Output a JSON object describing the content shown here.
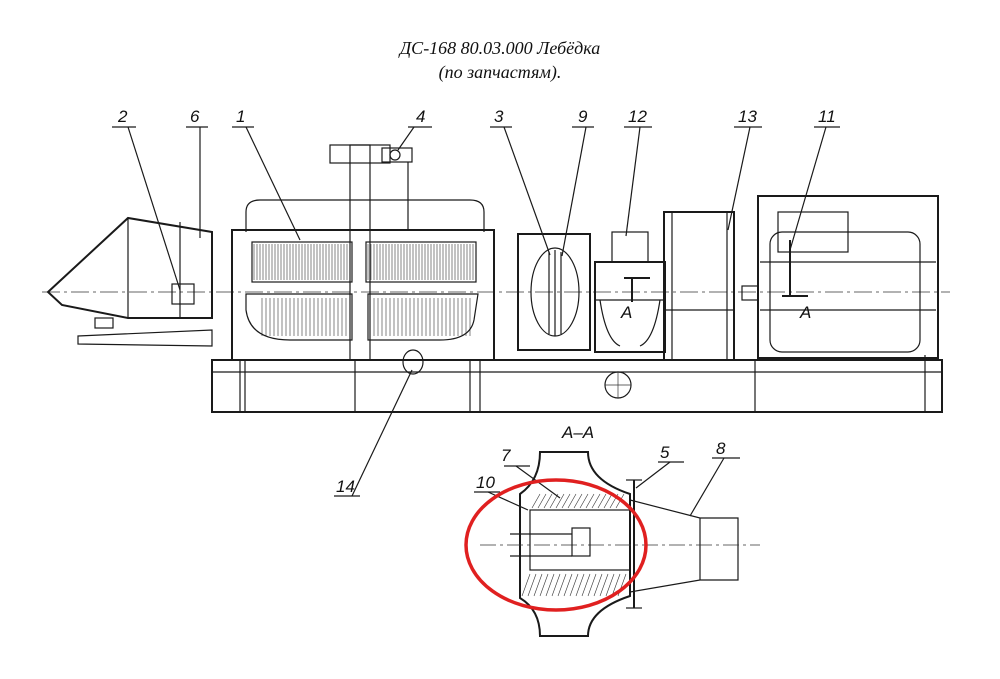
{
  "title_line1": "ДС-168 80.03.000 Лебёдка",
  "title_line2": "(по запчастям).",
  "section_title": "А–А",
  "section_marker": "А",
  "callouts": [
    "1",
    "2",
    "3",
    "4",
    "5",
    "6",
    "7",
    "8",
    "9",
    "10",
    "11",
    "12",
    "13",
    "14"
  ],
  "highlight_color": "#e02020"
}
